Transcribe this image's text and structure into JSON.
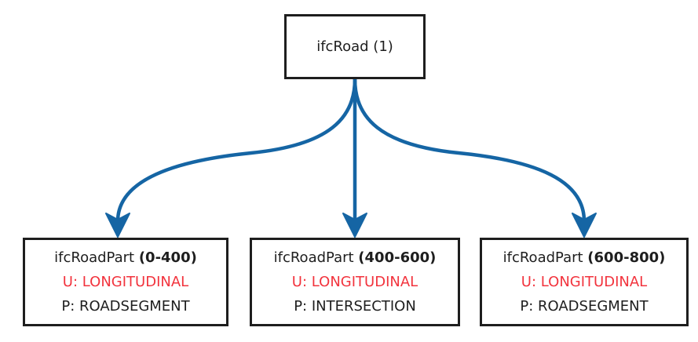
{
  "diagram": {
    "root": {
      "label": "ifcRoad (1)"
    },
    "children": [
      {
        "name": "ifcRoadPart",
        "range": "(0-400)",
        "usage": "U: LONGITUDINAL",
        "predefined": "P: ROADSEGMENT"
      },
      {
        "name": "ifcRoadPart",
        "range": "(400-600)",
        "usage": "U: LONGITUDINAL",
        "predefined": "P: INTERSECTION"
      },
      {
        "name": "ifcRoadPart",
        "range": "(600-800)",
        "usage": "U: LONGITUDINAL",
        "predefined": "P: ROADSEGMENT"
      }
    ],
    "colors": {
      "arrow": "#1565a4",
      "usage_text": "#f2333d",
      "border": "#1e1e1e"
    }
  }
}
